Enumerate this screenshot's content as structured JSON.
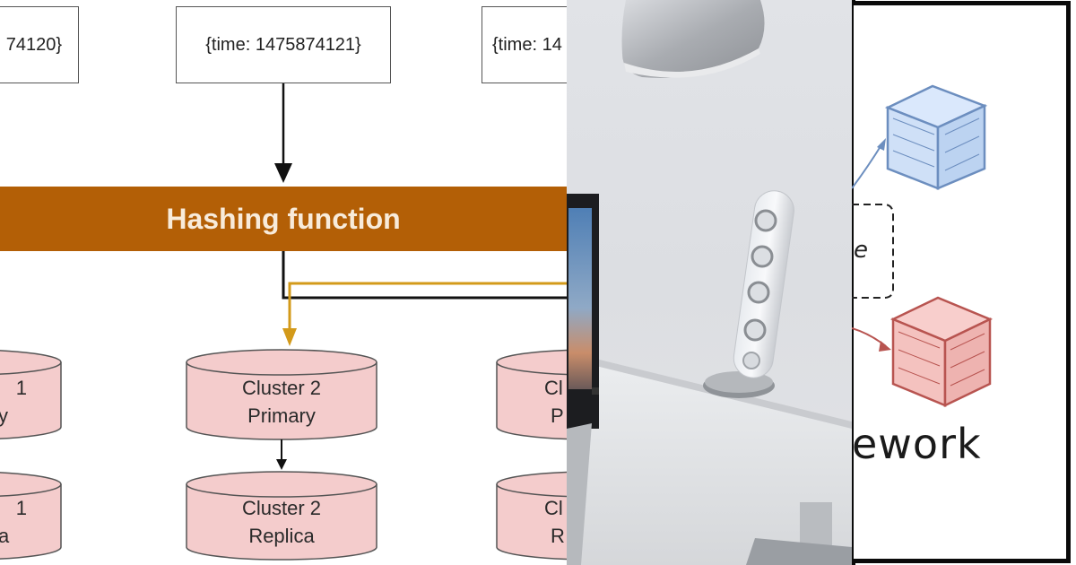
{
  "left_panel": {
    "time_boxes": [
      "74120}",
      "{time: 1475874121}",
      "{time: 14"
    ],
    "hashing_function": "Hashing function",
    "clusters": {
      "c1_primary": [
        "1",
        "y"
      ],
      "c2_primary": [
        "Cluster 2",
        "Primary"
      ],
      "c3_primary": [
        "Cl",
        "P"
      ],
      "c1_replica": [
        "1",
        "a"
      ],
      "c2_replica": [
        "Cluster 2",
        "Replica"
      ],
      "c3_replica": [
        "Cl",
        "R"
      ]
    },
    "colors": {
      "hash_bar": "#b35f06",
      "route_arrow": "#d39a1a",
      "cylinder_fill": "#f4cccc",
      "cylinder_stroke": "#555555"
    }
  },
  "middle_panel": {
    "subject": "desk-photo-with-lamp-laptop-speaker"
  },
  "right_panel": {
    "partial_word": "ework",
    "partial_label": "e",
    "colors": {
      "blue_cube": "#6c8ebf",
      "red_cube": "#b85450"
    }
  }
}
